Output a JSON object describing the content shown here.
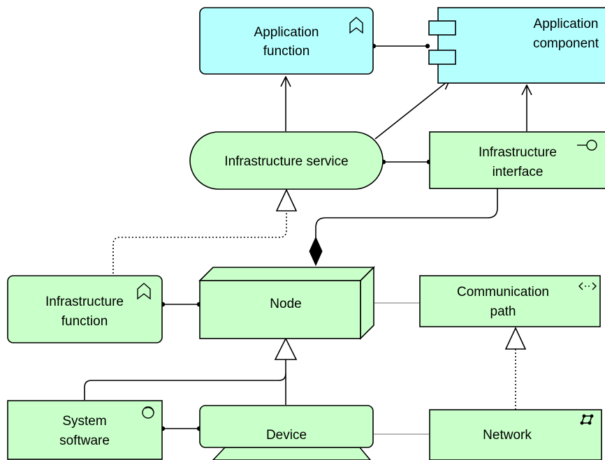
{
  "colors": {
    "application": "#b5ffff",
    "technology": "#c9ffc9",
    "stroke": "#000000",
    "flow_line": "#a0a0a0"
  },
  "elements": {
    "application_function": {
      "line1": "Application",
      "line2": "function",
      "icon": "function-icon"
    },
    "application_component": {
      "line1": "Application",
      "line2": "component",
      "icon": "component-icon"
    },
    "infrastructure_service": {
      "label": "Infrastructure service"
    },
    "infrastructure_interface": {
      "line1": "Infrastructure",
      "line2": "interface",
      "icon": "interface-icon"
    },
    "infrastructure_function": {
      "line1": "Infrastructure",
      "line2": "function",
      "icon": "function-icon"
    },
    "node": {
      "label": "Node"
    },
    "communication_path": {
      "line1": "Communication",
      "line2": "path",
      "icon": "communication-path-icon"
    },
    "system_software": {
      "line1": "System",
      "line2": "software",
      "icon": "system-software-icon"
    },
    "device": {
      "label": "Device"
    },
    "network": {
      "label": "Network",
      "icon": "network-icon"
    }
  }
}
